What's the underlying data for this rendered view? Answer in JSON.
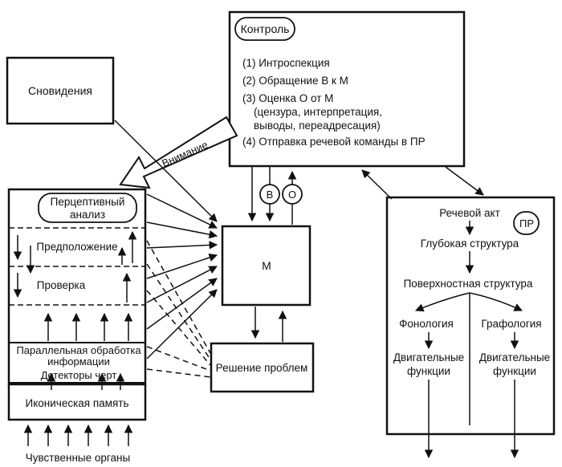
{
  "control": {
    "title": "Контроль",
    "items": [
      "(1) Интроспекция",
      "(2) Обращение В к М",
      "(3) Оценка О от М",
      "(цензура, интерпретация,",
      "выводы, переадресация)",
      "(4) Отправка речевой команды в ПР"
    ]
  },
  "dreams": "Сновидения",
  "attention": "Внимание",
  "perceptual": {
    "title_line1": "Перцептивный",
    "title_line2": "анализ",
    "proposal": "Предположение",
    "check": "Проверка",
    "parallel_line1": "Параллельная обработка",
    "parallel_line2": "информации",
    "detectors": "Детекторы черт",
    "iconic": "Иконическая память",
    "senses": "Чувственные органы"
  },
  "memory": {
    "label": "М",
    "b_label": "В",
    "o_label": "О"
  },
  "problem_solving": "Решение проблем",
  "speech": {
    "badge": "ПР",
    "act": "Речевой акт",
    "deep": "Глубокая структура",
    "surface": "Поверхностная структура",
    "phonology": "Фонология",
    "graphology": "Графология",
    "motor_left_1": "Двигательные",
    "motor_left_2": "функции",
    "motor_right_1": "Двигательные",
    "motor_right_2": "функции"
  }
}
